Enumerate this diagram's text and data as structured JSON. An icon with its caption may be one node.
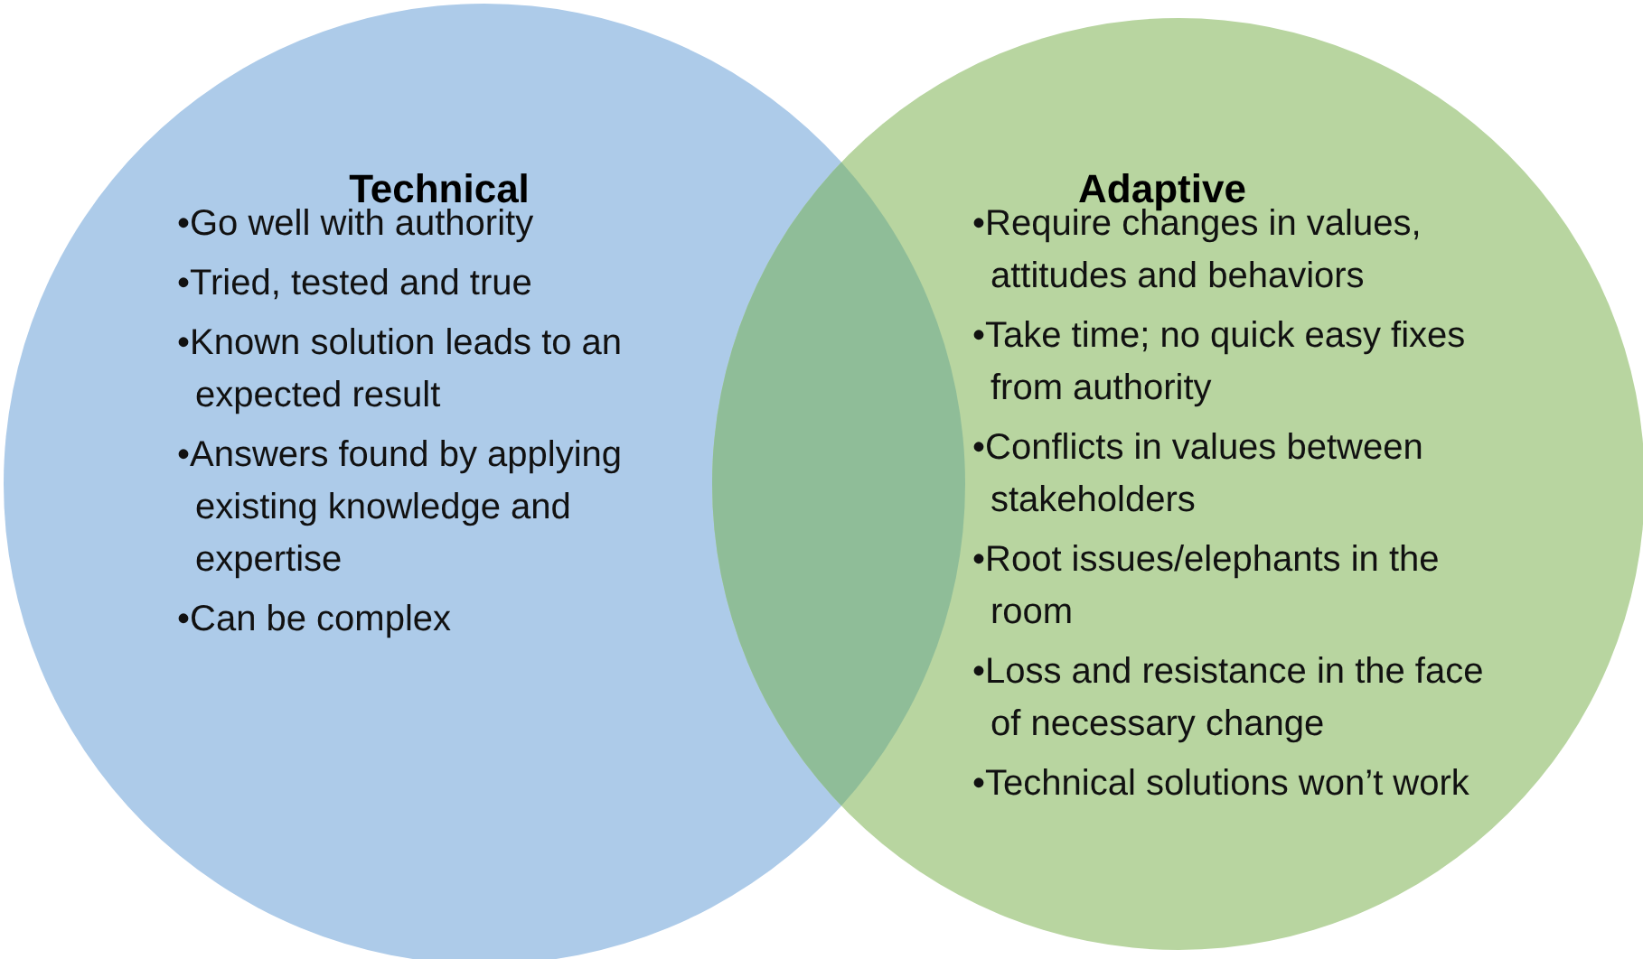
{
  "diagram": {
    "nodes": [
      {
        "text": [
          "Technical",
          "•Go well with authority",
          "•Tried, tested and true",
          "•Known solution leads to an expected result",
          "•Answers found by applying existing knowledge and expertise",
          "•Can be complex"
        ]
      },
      {
        "text": [
          "Adaptive",
          "•Require changes in values, attitudes and behaviors",
          "•Take time; no quick easy fixes from authority",
          "•Conflicts in values between stakeholders",
          "•Root issues/elephants in the room",
          "•Loss and resistance in the face of necessary change",
          "•Technical solutions won’t work"
        ]
      }
    ]
  }
}
